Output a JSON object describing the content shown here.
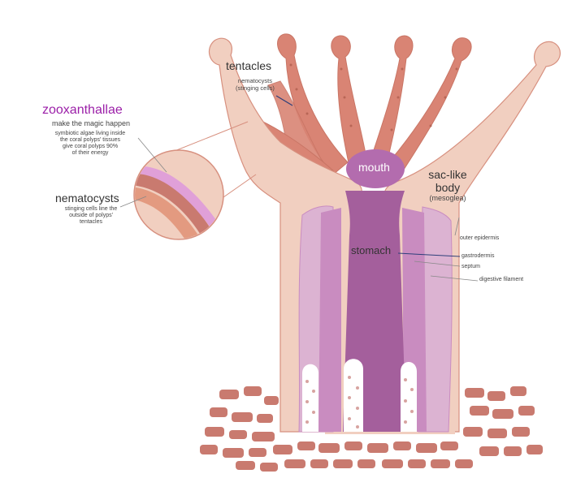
{
  "colors": {
    "body_fill": "#f1cfc0",
    "tentacle_fill": "#d98474",
    "outline": "#d7907f",
    "stomach": "#a45f9c",
    "mouth": "#b36cae",
    "septum_light": "#dcb3d2",
    "septum_mid": "#c98cc0",
    "rock": "#c97a6f",
    "zoox_title": "#9b1fa8",
    "line_navy": "#2e3f7a"
  },
  "labels": {
    "tentacles": {
      "title": "tentacles",
      "subtitle_line1": "nematocysts",
      "subtitle_line2": "(stinging cells)"
    },
    "zooxanthallae": {
      "title": "zooxanthallae",
      "tagline": "make the magic happen",
      "desc_line1": "symbiotic algae living inside",
      "desc_line2": "the coral polyps' tissues",
      "desc_line3": "give coral polyps 90%",
      "desc_line4": "of their energy"
    },
    "nematocysts": {
      "title": "nematocysts",
      "desc_line1": "stinging cells line the",
      "desc_line2": "outside of polyps'",
      "desc_line3": "tentacles"
    },
    "mouth": "mouth",
    "body": {
      "line1": "sac-like",
      "line2": "body",
      "sub": "(mesoglea)"
    },
    "stomach": "stomach",
    "outer_epidermis": "outer epidermis",
    "gastrodermis": "gastrodermis",
    "septum": "septum",
    "digestive_filament": "digestive filament"
  }
}
